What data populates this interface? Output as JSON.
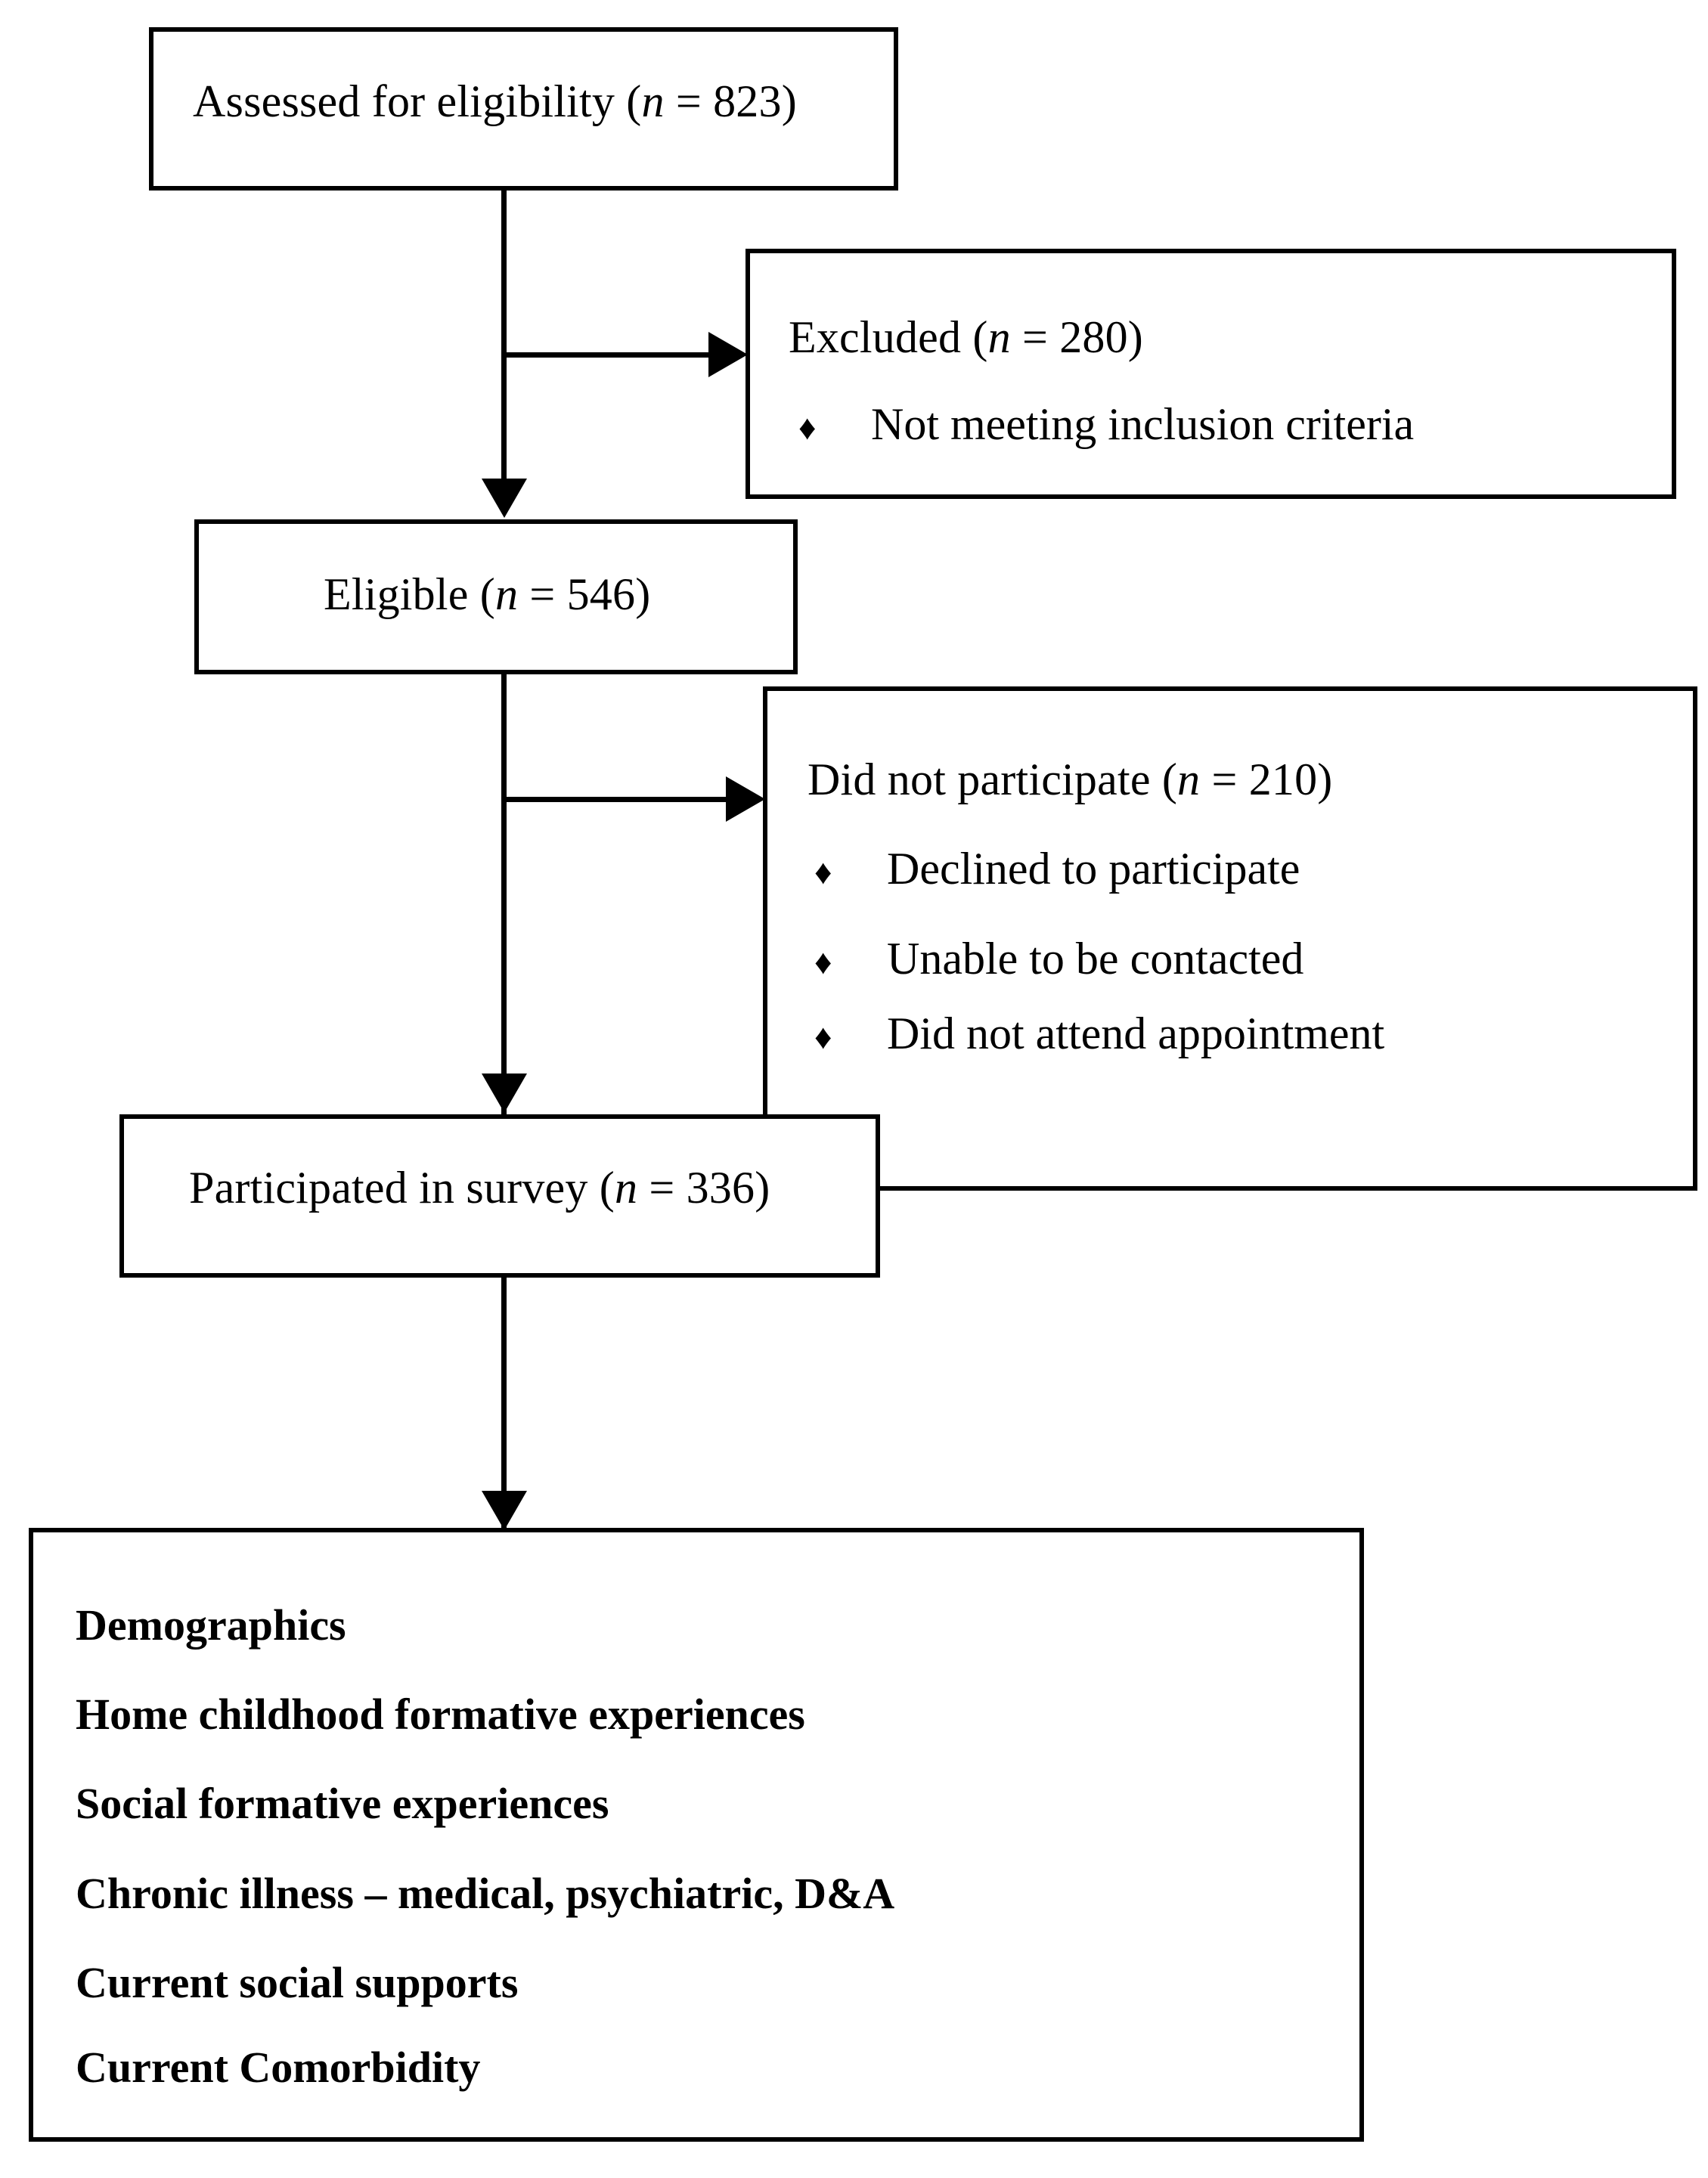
{
  "diagram": {
    "type": "participant-flow-chart",
    "nodes": {
      "assessed": {
        "label_prefix": "Assessed for eligibility (",
        "n_symbol": "n",
        "label_suffix": " = 823)",
        "full_text": "Assessed for eligibility (n = 823)",
        "count": 823
      },
      "excluded": {
        "label_prefix": "Excluded (",
        "n_symbol": "n",
        "label_suffix": " = 280)",
        "full_text": "Excluded (n = 280)",
        "count": 280,
        "bullets": [
          {
            "glyph": "♦",
            "text": "Not meeting inclusion criteria"
          }
        ]
      },
      "eligible": {
        "label_prefix": "Eligible (",
        "n_symbol": "n",
        "label_suffix": " = 546)",
        "full_text": "Eligible (n = 546)",
        "count": 546
      },
      "did_not_participate": {
        "label_prefix": "Did not participate (",
        "n_symbol": "n",
        "label_suffix": " = 210)",
        "full_text": "Did not participate (n = 210)",
        "count": 210,
        "bullets": [
          {
            "glyph": "♦",
            "text": "Declined to participate"
          },
          {
            "glyph": "♦",
            "text": "Unable to be contacted"
          },
          {
            "glyph": "♦",
            "text": "Did not attend appointment"
          }
        ]
      },
      "participated": {
        "label_prefix": "Participated in survey (",
        "n_symbol": "n",
        "label_suffix": " = 336)",
        "full_text": "Participated in survey (n = 336)",
        "count": 336
      },
      "survey_content": {
        "lines": [
          "Demographics",
          "Home childhood formative experiences",
          "Social formative experiences",
          "Chronic illness – medical, psychiatric, D&A",
          "Current social supports",
          "Current Comorbidity"
        ]
      }
    },
    "colors": {
      "stroke": "#000000",
      "background": "#ffffff",
      "text": "#000000"
    }
  }
}
